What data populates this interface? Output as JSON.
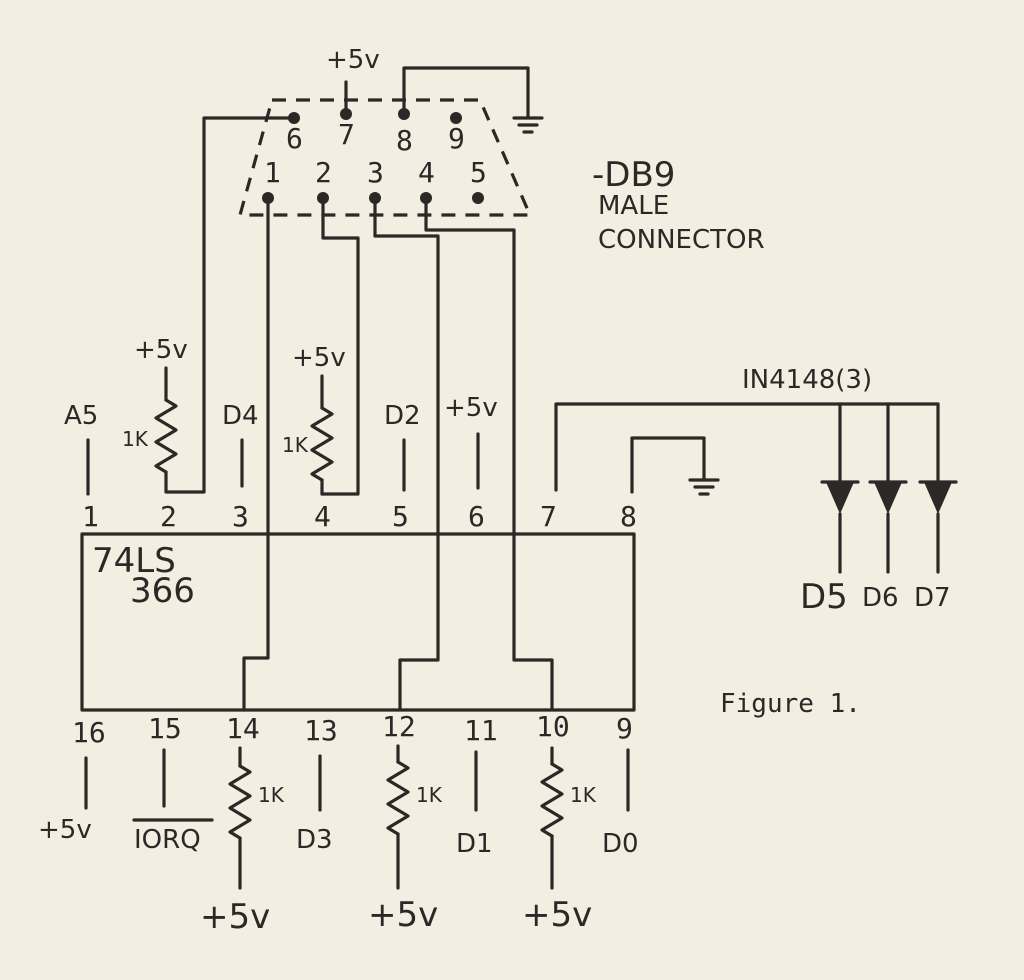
{
  "labels": {
    "db9_line1": "-DB9",
    "db9_line2": "MALE",
    "db9_line3": "CONNECTOR",
    "chip_line1": "74LS",
    "chip_line2": "366",
    "diodes": "IN4148(3)",
    "figure": "Figure 1.",
    "v5_top": "+5v",
    "v5_pin2": "+5v",
    "v5_pin4": "+5v",
    "v5_pin6": "+5v",
    "v5_pin16": "+5v",
    "v5_pin14": "+5v",
    "v5_pin12": "+5v",
    "v5_pin10": "+5v",
    "r_pin2": "1K",
    "r_pin4": "1K",
    "r_pin14": "1K",
    "r_pin12": "1K",
    "r_pin10": "1K",
    "sig_a5": "A5",
    "sig_d4": "D4",
    "sig_d2": "D2",
    "sig_iorq": "IORQ",
    "sig_d3": "D3",
    "sig_d1": "D1",
    "sig_d0": "D0",
    "sig_d5": "D5",
    "sig_d6": "D6",
    "sig_d7": "D7"
  },
  "db9_pins_top": [
    "6",
    "7",
    "8",
    "9"
  ],
  "db9_pins_bottom": [
    "1",
    "2",
    "3",
    "4",
    "5"
  ],
  "chip_pins_top": [
    "1",
    "2",
    "3",
    "4",
    "5",
    "6",
    "7",
    "8"
  ],
  "chip_pins_bottom": [
    "16",
    "15",
    "14",
    "13",
    "12",
    "11",
    "10",
    "9"
  ]
}
